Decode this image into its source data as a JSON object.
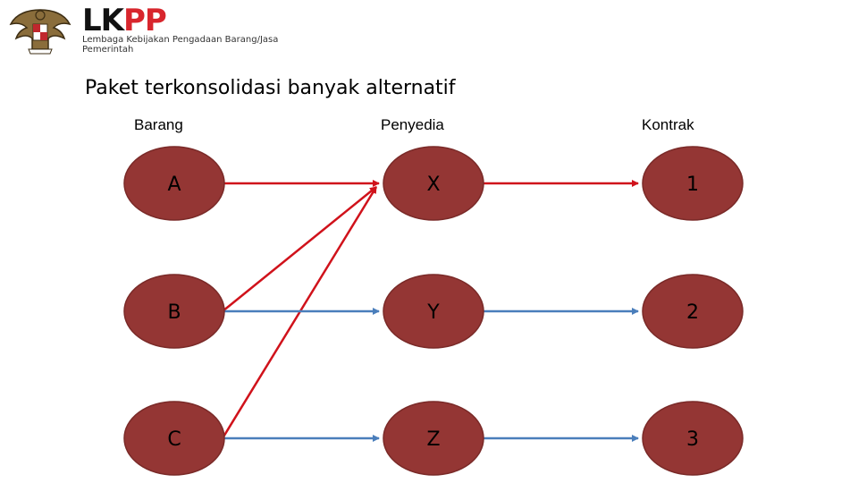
{
  "header": {
    "brand_prefix": "LK",
    "brand_suffix": "PP",
    "tagline": "Lembaga Kebijakan Pengadaan Barang/Jasa Pemerintah"
  },
  "title": "Paket terkonsolidasi banyak alternatif",
  "columns": {
    "barang": "Barang",
    "penyedia": "Penyedia",
    "kontrak": "Kontrak"
  },
  "nodes": {
    "barang": [
      "A",
      "B",
      "C"
    ],
    "penyedia": [
      "X",
      "Y",
      "Z"
    ],
    "kontrak": [
      "1",
      "2",
      "3"
    ]
  },
  "edges": [
    {
      "from": "A",
      "to": "X",
      "color": "#d0121b"
    },
    {
      "from": "B",
      "to": "X",
      "color": "#d0121b"
    },
    {
      "from": "C",
      "to": "X",
      "color": "#d0121b"
    },
    {
      "from": "B",
      "to": "Y",
      "color": "#4a7ebb"
    },
    {
      "from": "C",
      "to": "Z",
      "color": "#4a7ebb"
    },
    {
      "from": "X",
      "to": "1",
      "color": "#d0121b"
    },
    {
      "from": "Y",
      "to": "2",
      "color": "#4a7ebb"
    },
    {
      "from": "Z",
      "to": "3",
      "color": "#4a7ebb"
    }
  ],
  "colors": {
    "node_fill": "#943634",
    "node_stroke": "#7a2a28",
    "red_edge": "#d0121b",
    "blue_edge": "#4a7ebb",
    "brand_red": "#d8262d"
  }
}
